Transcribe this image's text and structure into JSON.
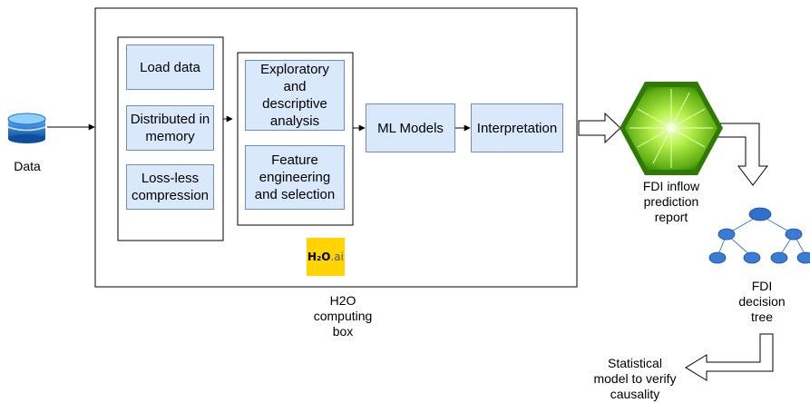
{
  "nodes": {
    "data_label": "Data",
    "load_data": "Load data",
    "distributed_line1": "Distributed in",
    "distributed_line2": "memory",
    "lossless_line1": "Loss-less",
    "lossless_line2": "compression",
    "eda_line1": "Exploratory and",
    "eda_line2": "descriptive",
    "eda_line3": "analysis",
    "feature_line1": "Feature",
    "feature_line2": "engineering",
    "feature_line3": "and selection",
    "ml_models": "ML Models",
    "interpretation": "Interpretation",
    "h2o_box_line1": "H2O",
    "h2o_box_line2": "computing",
    "h2o_box_line3": "box",
    "fdi_report_line1": "FDI inflow",
    "fdi_report_line2": "prediction",
    "fdi_report_line3": "report",
    "fdi_tree_line1": "FDI",
    "fdi_tree_line2": "decision",
    "fdi_tree_line3": "tree",
    "stat_line1": "Statistical",
    "stat_line2": "model to verify",
    "stat_line3": "causality"
  },
  "logo": {
    "h2o_text": "H₂O",
    "ai_text": ".ai"
  },
  "icons": {
    "database": "database-icon",
    "lime": "lime-hexagon-icon",
    "tree": "decision-tree-icon",
    "h2o_logo": "h2o-ai-logo"
  },
  "colors": {
    "box_fill": "#dae8fc",
    "box_stroke": "#6c8ebf",
    "logo_bg": "#ffd400",
    "tree_node": "#3a7bd5",
    "db_blue": "#1b6fc2"
  }
}
